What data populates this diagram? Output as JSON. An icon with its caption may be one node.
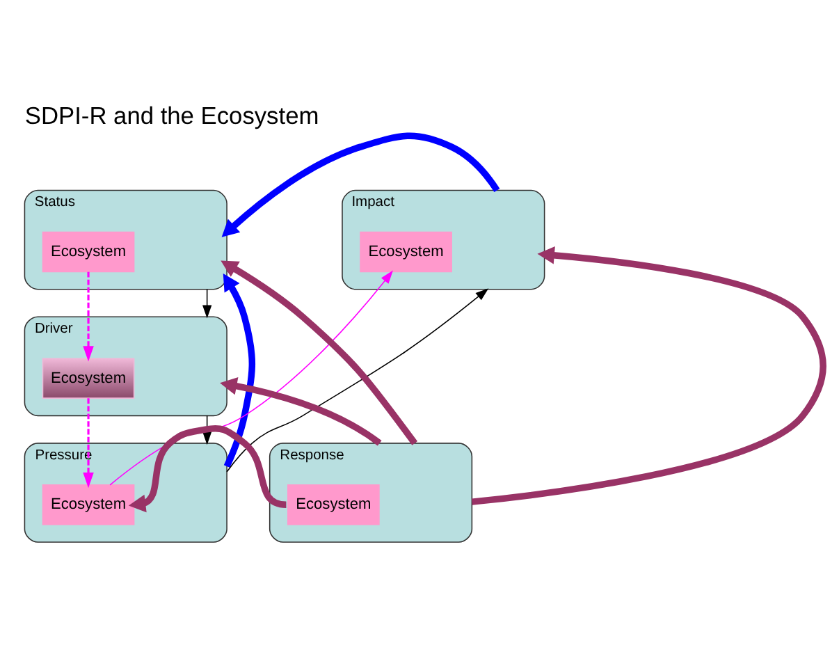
{
  "diagram": {
    "title": "SDPI-R and the Ecosystem",
    "nodes": [
      {
        "text": [
          "Status"
        ]
      },
      {
        "text": [
          "Ecosystem"
        ],
        "in": 0
      },
      {
        "text": [
          "Impact"
        ]
      },
      {
        "text": [
          "Ecosystem"
        ],
        "in": 2
      },
      {
        "text": [
          "Driver"
        ]
      },
      {
        "text": [
          "Ecosystem"
        ],
        "in": 4
      },
      {
        "text": [
          "Pressure"
        ]
      },
      {
        "text": [
          "Ecosystem"
        ],
        "in": 6
      },
      {
        "text": [
          "Response"
        ]
      },
      {
        "text": [
          "Ecosystem"
        ],
        "in": 8
      }
    ],
    "edges": [
      {
        "from": 0,
        "to": 4,
        "arrow": "to",
        "color": "#000000"
      },
      {
        "from": 4,
        "to": 6,
        "arrow": "to",
        "color": "#000000"
      },
      {
        "from": 6,
        "to": 2,
        "arrow": "to",
        "color": "#000000"
      },
      {
        "from": 2,
        "to": 0,
        "arrow": "to",
        "style": "thick",
        "color": "#0000ff"
      },
      {
        "from": 6,
        "to": 0,
        "arrow": "to",
        "style": "thick",
        "color": "#0000ff"
      },
      {
        "from": 8,
        "to": 4,
        "arrow": "to",
        "style": "thick",
        "color": "#993366"
      },
      {
        "from": 8,
        "to": 0,
        "arrow": "to",
        "style": "thick",
        "color": "#993366"
      },
      {
        "from": 8,
        "to": 2,
        "arrow": "to",
        "style": "thick",
        "color": "#993366"
      },
      {
        "from": 1,
        "to": 5,
        "arrow": "to",
        "style": "dashed",
        "color": "#ff00ff"
      },
      {
        "from": 5,
        "to": 7,
        "arrow": "to",
        "style": "dashed",
        "color": "#ff00ff"
      },
      {
        "from": 7,
        "to": 3,
        "arrow": "to",
        "color": "#ff00ff"
      },
      {
        "from": 9,
        "to": 7,
        "arrow": "to",
        "style": "thick",
        "color": "#993366"
      }
    ]
  }
}
